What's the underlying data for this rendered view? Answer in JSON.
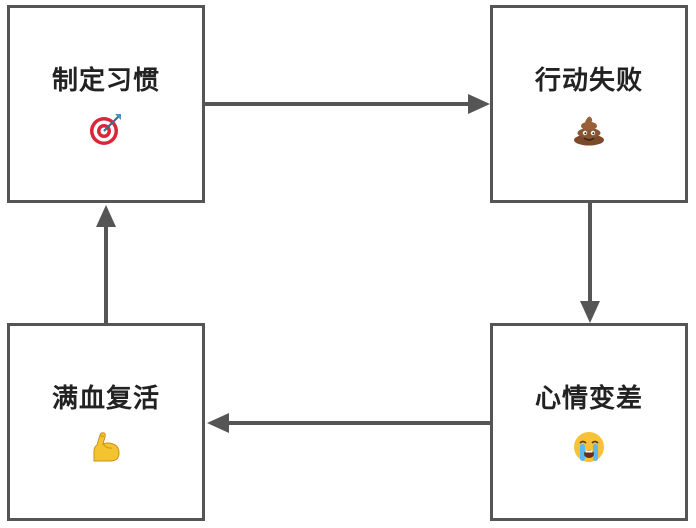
{
  "nodes": {
    "top_left": {
      "label": "制定习惯",
      "icon": "dart-target-icon"
    },
    "top_right": {
      "label": "行动失败",
      "icon": "poop-icon"
    },
    "bottom_right": {
      "label": "心情变差",
      "icon": "crying-face-icon"
    },
    "bottom_left": {
      "label": "满血复活",
      "icon": "flexed-biceps-icon"
    }
  },
  "edges": [
    {
      "from": "top_left",
      "to": "top_right"
    },
    {
      "from": "top_right",
      "to": "bottom_right"
    },
    {
      "from": "bottom_right",
      "to": "bottom_left"
    },
    {
      "from": "bottom_left",
      "to": "top_left"
    }
  ],
  "colors": {
    "border": "#555555",
    "arrow": "#555555",
    "text": "#222222"
  }
}
